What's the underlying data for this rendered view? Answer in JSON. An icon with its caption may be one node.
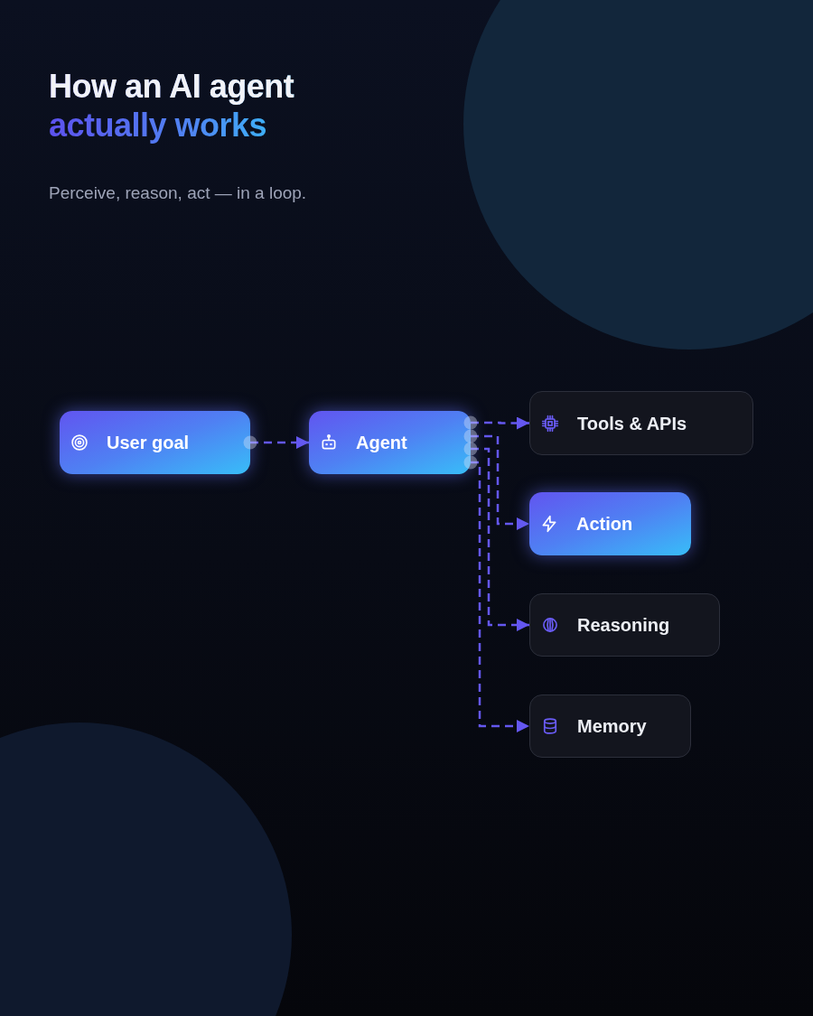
{
  "diagram": {
    "title": "How an AI agent actually works",
    "nodes": [
      {
        "text": [
          "User goal"
        ]
      },
      {
        "text": [
          "Agent"
        ]
      },
      {
        "text": [
          "Tools & APIs"
        ]
      },
      {
        "text": [
          "Action"
        ]
      },
      {
        "text": [
          "Reasoning"
        ]
      },
      {
        "text": [
          "Memory"
        ]
      }
    ],
    "edges": [
      {
        "from": 0,
        "to": 1,
        "arrow": "to",
        "style": "dashed"
      },
      {
        "from": 1,
        "to": 2,
        "arrow": "to",
        "style": "dashed"
      },
      {
        "from": 1,
        "to": 3,
        "arrow": "to",
        "style": "dashed"
      },
      {
        "from": 1,
        "to": 4,
        "arrow": "to",
        "style": "dashed"
      },
      {
        "from": 1,
        "to": 5,
        "arrow": "to",
        "style": "dashed"
      }
    ],
    "labels": [
      "Perceive, reason, act — in a loop."
    ]
  }
}
